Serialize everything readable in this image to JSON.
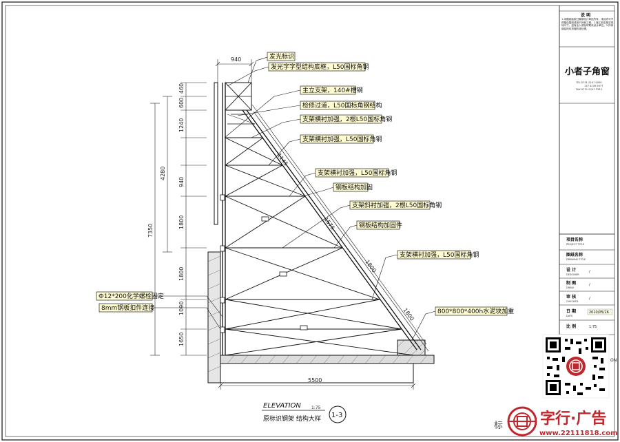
{
  "labels": {
    "l1": "发光标识",
    "l2": "发光字字型结构底框，L50国标角钢",
    "l3": "主立支架，140#槽钢",
    "l4": "检修过道，L50国标角钢结构",
    "l5": "支架横衬加强，2根L50国标角钢",
    "l6": "支架横衬加强，L50国标角钢",
    "l7": "支架横衬加强，L50国标角钢",
    "l8": "钢板结构加固",
    "l9": "支架斜衬加强，2根L50国标角钢",
    "l10": "钢板结构加固件",
    "l11": "支架横衬加强，L50国标角钢",
    "l12": "800*800*400h水泥块加重",
    "l13": "Ф12*200化学螺栓固定",
    "l14": "8mm钢板扣件连接"
  },
  "dims": {
    "top_width": "940",
    "bottom_width": "5500",
    "left_vertical": [
      "460",
      "600",
      "1240",
      "940",
      "1800",
      "1800",
      "1090",
      "1650"
    ],
    "outer_total": "4280",
    "outer_total2": "7350",
    "diag1": "1145",
    "diag2": "1575",
    "diag3": "1800",
    "diag4": "1800"
  },
  "caption": {
    "elevation": "ELEVATION",
    "scale": "1:75",
    "subtitle": "原标识钢架  结构大样",
    "number": "1-3",
    "bottom_char": "标"
  },
  "titleblock": {
    "notes_title": "说   明",
    "notes_text": "1.本图纸版权归属原设计单位所有，未经许可不得擅自复制或用于其他工程。2.施工前应核实现场尺寸，如有出入请及时联系设计单位。3.所有钢结构均须做防锈处理。",
    "company": "小者子角窗",
    "tel": "TEL:0731-2247 0000",
    "tel2": "137 4239 9977",
    "fax": "FAX:0731-2247 3333",
    "project_label": "项目名称",
    "project_label_en": "PROJECT TITLE",
    "drawing_label": "图纸名称",
    "drawing_label_en": "DRAWING TITLE",
    "design_label": "设 计",
    "design_en": "DESIGNER",
    "design_val": "/",
    "draw_label": "制 图",
    "draw_en": "DRAW",
    "draw_val": "/",
    "check_label": "审 核",
    "check_en": "CHECKED",
    "check_val": "/",
    "date_label": "日 期",
    "date_en": "DATE",
    "date_val": "2010/05/26",
    "scale_label": "比 例",
    "scale_val": "1:75",
    "side_text": "ON"
  },
  "watermark": {
    "brand": "字行·广告",
    "url": "www.22111818.com"
  }
}
